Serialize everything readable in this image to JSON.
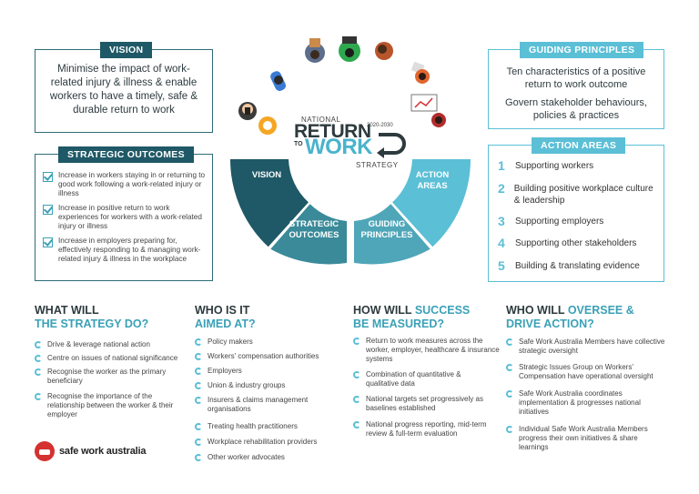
{
  "vision": {
    "label": "VISION",
    "text": "Minimise the impact of work-related injury & illness & enable workers to have a timely, safe & durable return to work"
  },
  "strategic_outcomes": {
    "label": "STRATEGIC OUTCOMES",
    "items": [
      "Increase in workers staying in or returning to good work following a work-related injury or illness",
      "Increase in positive return to work experiences for workers with a work-related injury or illness",
      "Increase in employers preparing for, effectively responding to & managing work-related injury & illness in the workplace"
    ]
  },
  "guiding_principles": {
    "label": "GUIDING PRINCIPLES",
    "text1": "Ten characteristics of a positive return to work outcome",
    "text2": "Govern stakeholder behaviours, policies & practices"
  },
  "action_areas": {
    "label": "ACTION AREAS",
    "items": [
      {
        "num": "1",
        "text": "Supporting workers"
      },
      {
        "num": "2",
        "text": "Building positive workplace culture & leadership"
      },
      {
        "num": "3",
        "text": "Supporting employers"
      },
      {
        "num": "4",
        "text": "Supporting other stakeholders"
      },
      {
        "num": "5",
        "text": "Building & translating evidence"
      }
    ]
  },
  "center": {
    "national": "NATIONAL",
    "return": "RETURN",
    "to": "TO",
    "work": "WORK",
    "years": "2020-2030",
    "strategy": "STRATEGY",
    "segments": {
      "vision": "VISION",
      "outcomes": "STRATEGIC OUTCOMES",
      "principles": "GUIDING PRINCIPLES",
      "actions": "ACTION AREAS"
    }
  },
  "columns": {
    "what": {
      "head1": "WHAT WILL",
      "head2": "THE STRATEGY DO?",
      "items": [
        "Drive & leverage national action",
        "Centre on issues of national significance",
        "Recognise the worker as the primary beneficiary",
        "Recognise the importance of the relationship between the worker & their employer"
      ]
    },
    "who": {
      "head1": "WHO IS IT",
      "head2": "AIMED AT?",
      "items": [
        "Policy makers",
        "Workers' compensation authorities",
        "Employers",
        "Union & industry groups",
        "Insurers & claims management organisations",
        "Treating health practitioners",
        "Workplace rehabilitation providers",
        "Other worker advocates"
      ]
    },
    "how": {
      "head1a": "HOW WILL ",
      "head1b": "SUCCESS",
      "head2": "BE MEASURED?",
      "items": [
        "Return to work measures across the worker, employer, healthcare & insurance systems",
        "Combination of quantitative & qualitative data",
        "National targets set progressively as baselines established",
        "National progress reporting, mid-term review & full-term evaluation"
      ]
    },
    "oversee": {
      "head1a": "WHO WILL ",
      "head1b": "OVERSEE &",
      "head2": "DRIVE ACTION?",
      "items": [
        "Safe Work Australia Members have collective strategic oversight",
        "Strategic Issues Group on Workers' Compensation have operational oversight",
        "Safe Work Australia coordinates implementation & progresses national initiatives",
        "Individual Safe Work Australia Members progress their own initiatives & share learnings"
      ]
    }
  },
  "logo": {
    "text": "safe work australia"
  },
  "colors": {
    "dark_teal": "#1f5866",
    "mid_teal": "#3a8a99",
    "light_teal": "#5bbfd6"
  }
}
